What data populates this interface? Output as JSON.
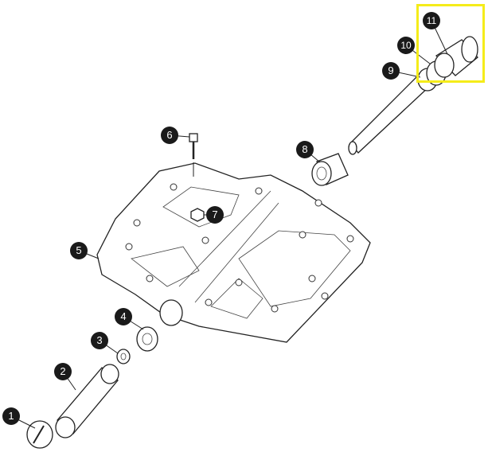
{
  "diagram": {
    "highlight_color": "#f5ec1a",
    "callouts": [
      {
        "label": "1"
      },
      {
        "label": "2"
      },
      {
        "label": "3"
      },
      {
        "label": "4"
      },
      {
        "label": "5"
      },
      {
        "label": "6"
      },
      {
        "label": "7"
      },
      {
        "label": "8"
      },
      {
        "label": "9"
      },
      {
        "label": "10"
      },
      {
        "label": "11"
      }
    ],
    "highlighted_part": "11"
  }
}
